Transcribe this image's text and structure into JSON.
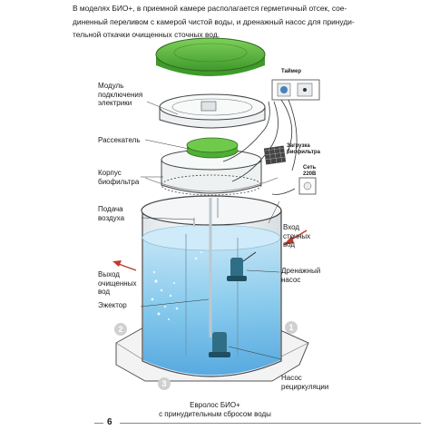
{
  "intro": {
    "line1": "В моделях БИО+, в приемной камере располагается герметичный отсек, сое-",
    "line2": "диненный переливом с камерой чистой воды, и дренажный насос для принуди-",
    "line3": "тельной откачки очищенных сточных вод."
  },
  "labels": {
    "module": "Модуль\nподключения\nэлектрики",
    "rasseivatel": "Рассекатель",
    "korpus": "Корпус\nбиофильтра",
    "podacha": "Подача\nвоздуха",
    "vyhod": "Выход\nочищенных\nвод",
    "ejector": "Эжектор",
    "timer": "Таймер",
    "zagruzka": "Загрузка\nбиофильтра",
    "set": "Сеть\n220В",
    "vhod": "Вход\nсточных\nвод",
    "drenazh": "Дренажный\nнасос",
    "nasos_rec": "Насос\nрециркуляции"
  },
  "numbers": [
    "2",
    "1",
    "3"
  ],
  "caption": {
    "line1": "Евролос БИО+",
    "line2": "с принудительным сбросом воды"
  },
  "page_number": "6",
  "colors": {
    "lid": "#5cbb3e",
    "water": "#7fc7ec",
    "water_deep": "#4aa3de",
    "arrow_red": "#c0392b",
    "pump": "#2f6f86"
  }
}
